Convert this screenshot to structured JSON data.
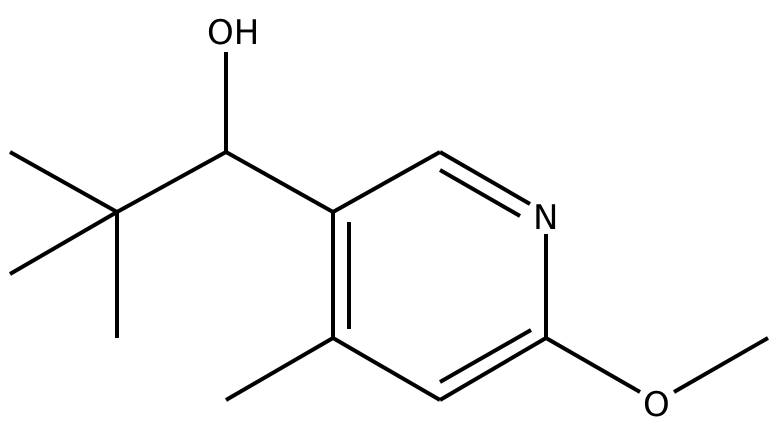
{
  "diagram": {
    "type": "chemical-structure",
    "atom_labels": {
      "hydroxyl": "OH",
      "ring_nitrogen": "N",
      "ether_oxygen": "O"
    },
    "colors": {
      "line": "#000000",
      "background": "#ffffff"
    }
  }
}
